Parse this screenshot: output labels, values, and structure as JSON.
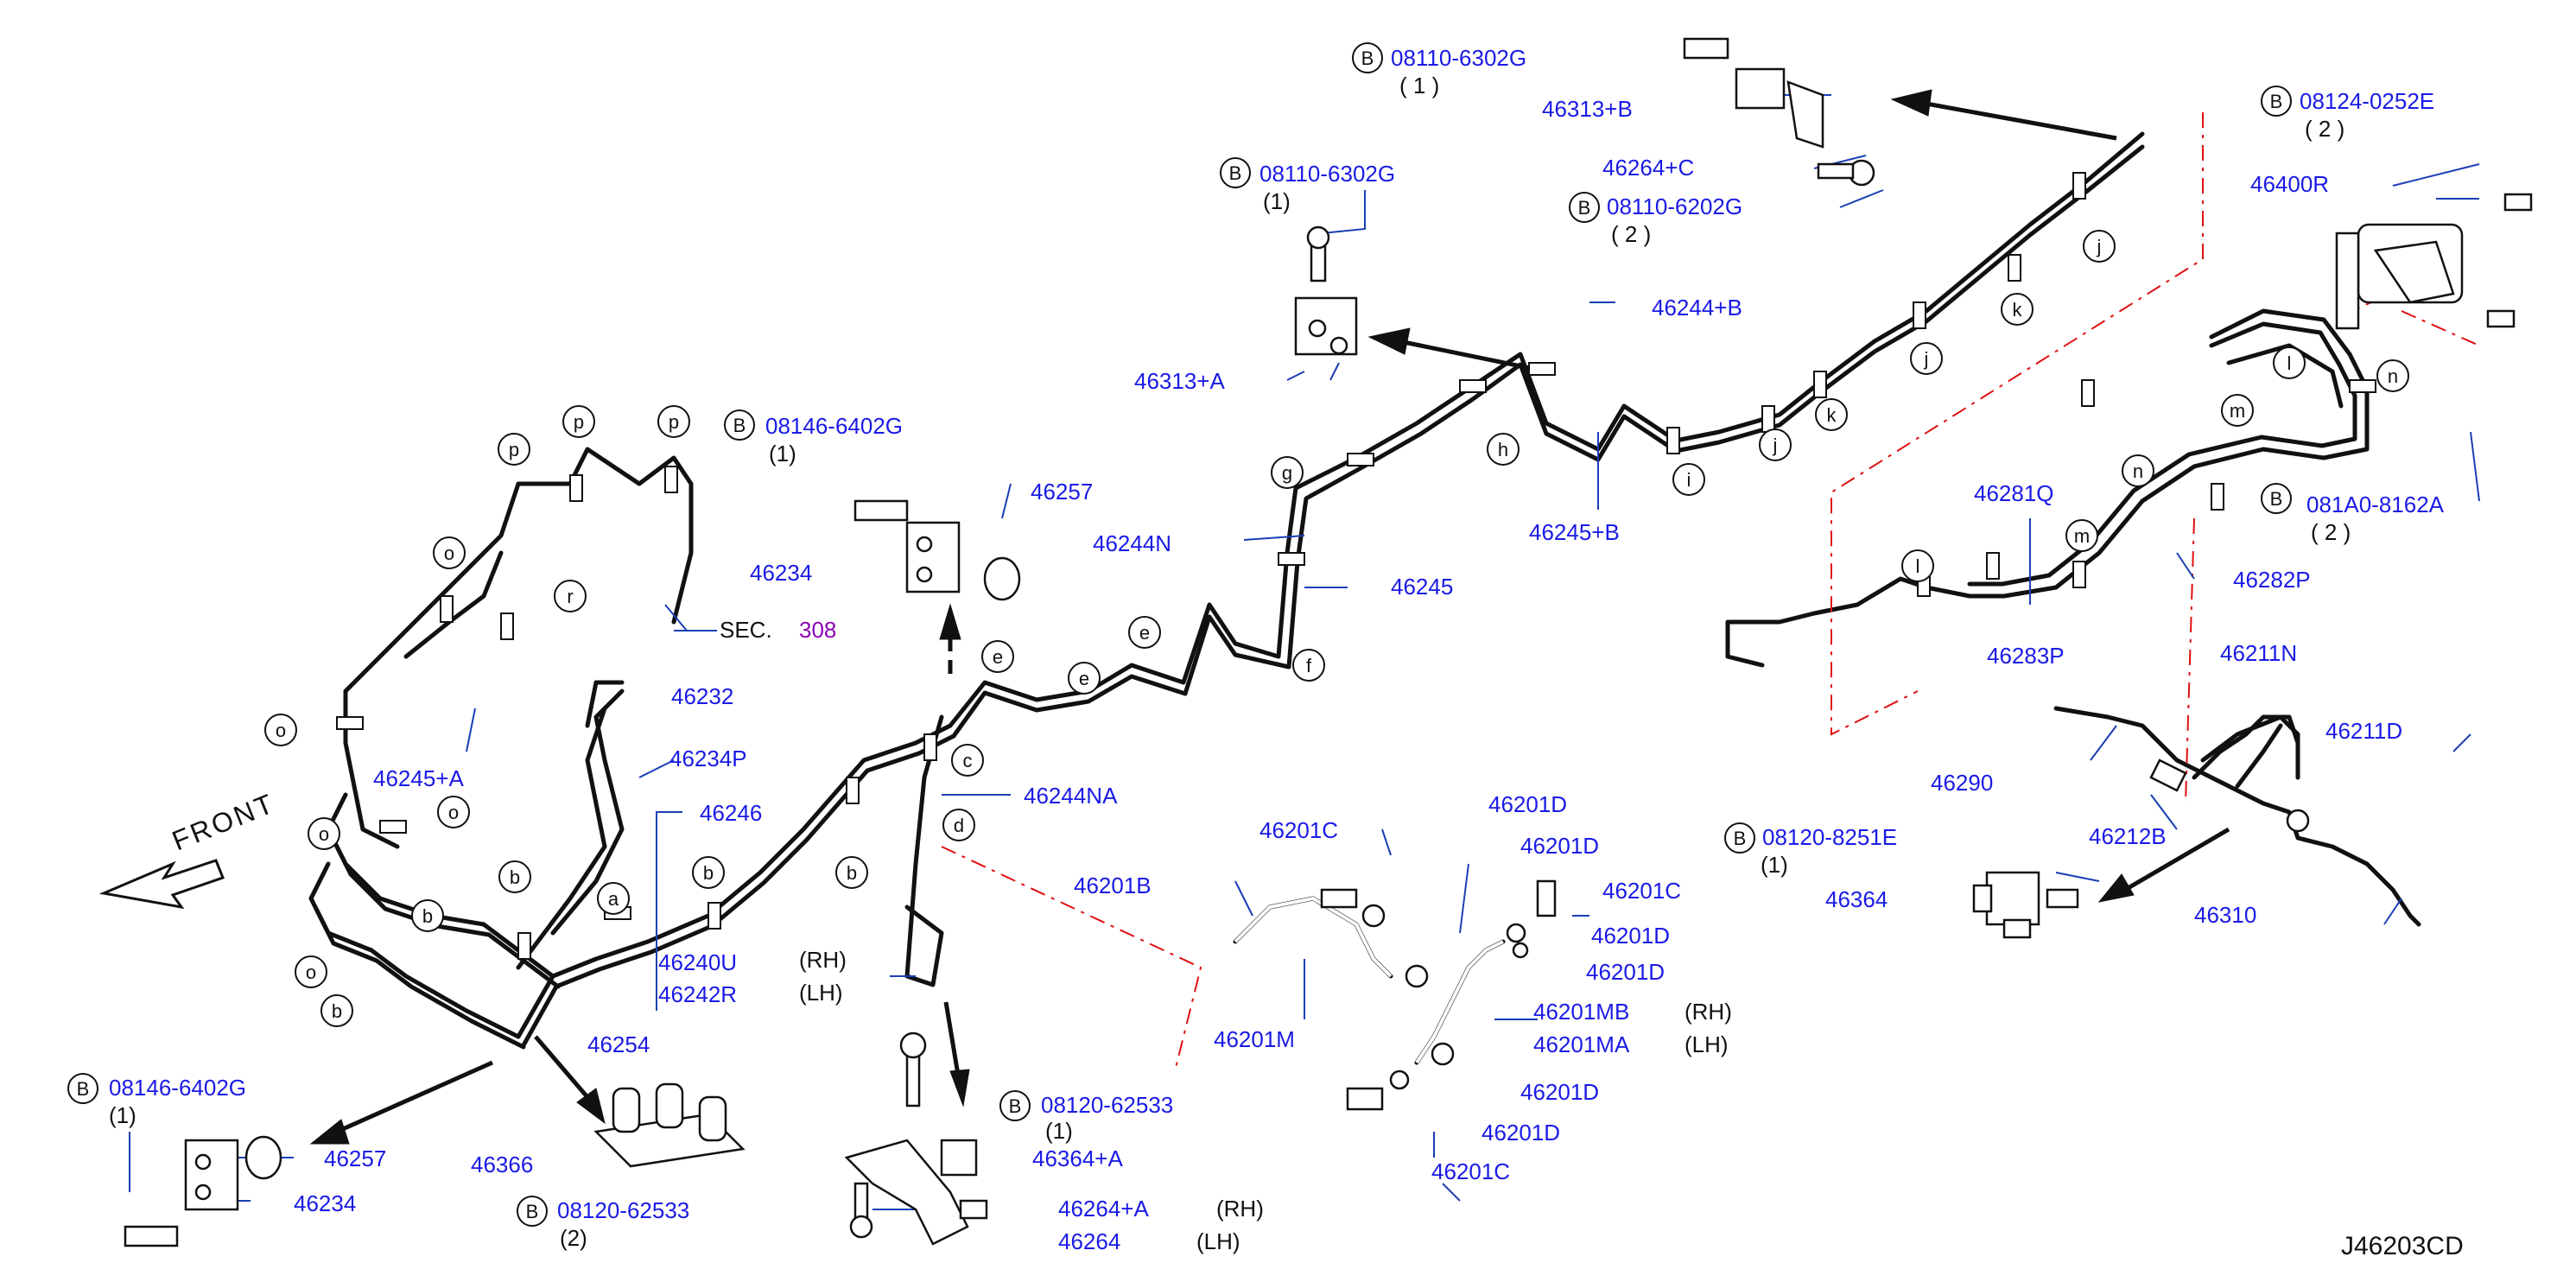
{
  "diagram_code": "J46203CD",
  "front_label": "FRONT",
  "section_ref": {
    "prefix": "SEC.",
    "number": "308"
  },
  "side_labels": {
    "rh": "(RH)",
    "lh": "(LH)"
  },
  "bolt_prefix": "B",
  "part_labels": [
    {
      "id": "l1",
      "text": "08110-6302G"
    },
    {
      "id": "l2",
      "text": "( 1 )"
    },
    {
      "id": "l3",
      "text": "46313+B"
    },
    {
      "id": "l4",
      "text": "46264+C"
    },
    {
      "id": "l5",
      "text": "08110-6202G"
    },
    {
      "id": "l6",
      "text": "( 2 )"
    },
    {
      "id": "l7",
      "text": "08124-0252E"
    },
    {
      "id": "l8",
      "text": "( 2 )"
    },
    {
      "id": "l9",
      "text": "46400R"
    },
    {
      "id": "l10",
      "text": "08110-6302G"
    },
    {
      "id": "l11",
      "text": "(1)"
    },
    {
      "id": "l12",
      "text": "46313+A"
    },
    {
      "id": "l13",
      "text": "46244+B"
    },
    {
      "id": "l14",
      "text": "46245+B"
    },
    {
      "id": "l15",
      "text": "08146-6402G"
    },
    {
      "id": "l16",
      "text": "(1)"
    },
    {
      "id": "l17",
      "text": "46257"
    },
    {
      "id": "l18",
      "text": "46234"
    },
    {
      "id": "l19",
      "text": "46244N"
    },
    {
      "id": "l20",
      "text": "46245"
    },
    {
      "id": "l21",
      "text": "46281Q"
    },
    {
      "id": "l22",
      "text": "46282P"
    },
    {
      "id": "l23",
      "text": "081A0-8162A"
    },
    {
      "id": "l24",
      "text": "( 2 )"
    },
    {
      "id": "l25",
      "text": "46283P"
    },
    {
      "id": "l26",
      "text": "46211N"
    },
    {
      "id": "l27",
      "text": "46232"
    },
    {
      "id": "l28",
      "text": "46245+A"
    },
    {
      "id": "l29",
      "text": "46234P"
    },
    {
      "id": "l30",
      "text": "46246"
    },
    {
      "id": "l31",
      "text": "46244NA"
    },
    {
      "id": "l32",
      "text": "46240U"
    },
    {
      "id": "l33",
      "text": "46242R"
    },
    {
      "id": "l34",
      "text": "46254"
    },
    {
      "id": "l35",
      "text": "46201C"
    },
    {
      "id": "l36",
      "text": "46201D"
    },
    {
      "id": "l37",
      "text": "46201D"
    },
    {
      "id": "l38",
      "text": "46201B"
    },
    {
      "id": "l39",
      "text": "46201C"
    },
    {
      "id": "l40",
      "text": "46201D"
    },
    {
      "id": "l41",
      "text": "46201D"
    },
    {
      "id": "l42",
      "text": "46201MB"
    },
    {
      "id": "l43",
      "text": "46201MA"
    },
    {
      "id": "l44",
      "text": "46201M"
    },
    {
      "id": "l45",
      "text": "46201D"
    },
    {
      "id": "l46",
      "text": "46201D"
    },
    {
      "id": "l47",
      "text": "46201C"
    },
    {
      "id": "l48",
      "text": "46211D"
    },
    {
      "id": "l49",
      "text": "46290"
    },
    {
      "id": "l50",
      "text": "46212B"
    },
    {
      "id": "l51",
      "text": "08120-8251E"
    },
    {
      "id": "l52",
      "text": "(1)"
    },
    {
      "id": "l53",
      "text": "46364"
    },
    {
      "id": "l54",
      "text": "46310"
    },
    {
      "id": "l55",
      "text": "08146-6402G"
    },
    {
      "id": "l56",
      "text": "(1)"
    },
    {
      "id": "l57",
      "text": "46257"
    },
    {
      "id": "l58",
      "text": "46234"
    },
    {
      "id": "l59",
      "text": "46366"
    },
    {
      "id": "l60",
      "text": "08120-62533"
    },
    {
      "id": "l61",
      "text": "(2)"
    },
    {
      "id": "l62",
      "text": "08120-62533"
    },
    {
      "id": "l63",
      "text": "(1)"
    },
    {
      "id": "l64",
      "text": "46364+A"
    },
    {
      "id": "l65",
      "text": "46264+A"
    },
    {
      "id": "l66",
      "text": "46264"
    }
  ],
  "clip_letters": [
    "a",
    "b",
    "c",
    "d",
    "e",
    "f",
    "g",
    "h",
    "i",
    "j",
    "k",
    "l",
    "m",
    "n",
    "o",
    "p",
    "r"
  ],
  "colors": {
    "part_number": "#1a1ae6",
    "leader": "#1a3fb5",
    "phantom_line": "#e01010",
    "section": "#8a00b0",
    "ink": "#111111"
  }
}
